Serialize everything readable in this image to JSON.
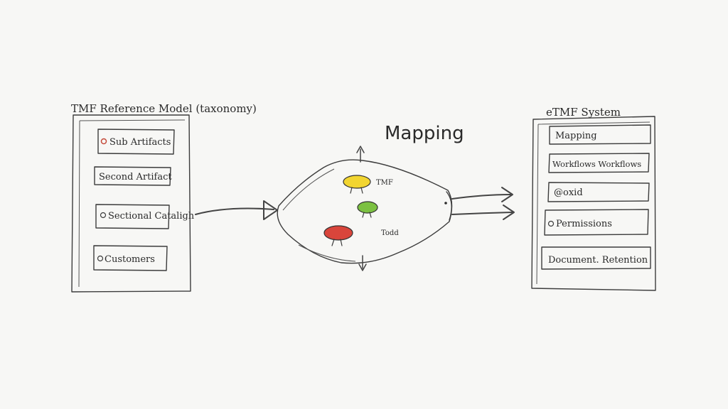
{
  "left_panel": {
    "title": "TMF Reference Model (taxonomy)",
    "items": [
      {
        "label": "Sub Artifacts",
        "icon": "circle-bullet-icon",
        "icon_color": "#c44a3a"
      },
      {
        "label": "Second Artifact",
        "icon": ""
      },
      {
        "label": "Sectional Cataligh",
        "icon": "circle-bullet-icon"
      },
      {
        "label": "Customers",
        "icon": "circle-bullet-icon"
      }
    ]
  },
  "center": {
    "title": "Mapping",
    "nodes": [
      {
        "label": "TMF",
        "color": "#f2d530"
      },
      {
        "label": "",
        "color": "#7cc142"
      },
      {
        "label": "Todd",
        "color": "#d9453b"
      }
    ]
  },
  "right_panel": {
    "title": "eTMF System",
    "items": [
      {
        "label": "Mapping",
        "icon": ""
      },
      {
        "label": "Workflows Workflows",
        "icon": ""
      },
      {
        "label": "@oxid",
        "icon": ""
      },
      {
        "label": "Permissions",
        "icon": "circle-bullet-icon"
      },
      {
        "label": "Document. Retention",
        "icon": ""
      }
    ]
  },
  "colors": {
    "ink": "#3c3c3c",
    "paper": "#f7f7f5",
    "yellow": "#f2d530",
    "green": "#7cc142",
    "red": "#d9453b"
  }
}
